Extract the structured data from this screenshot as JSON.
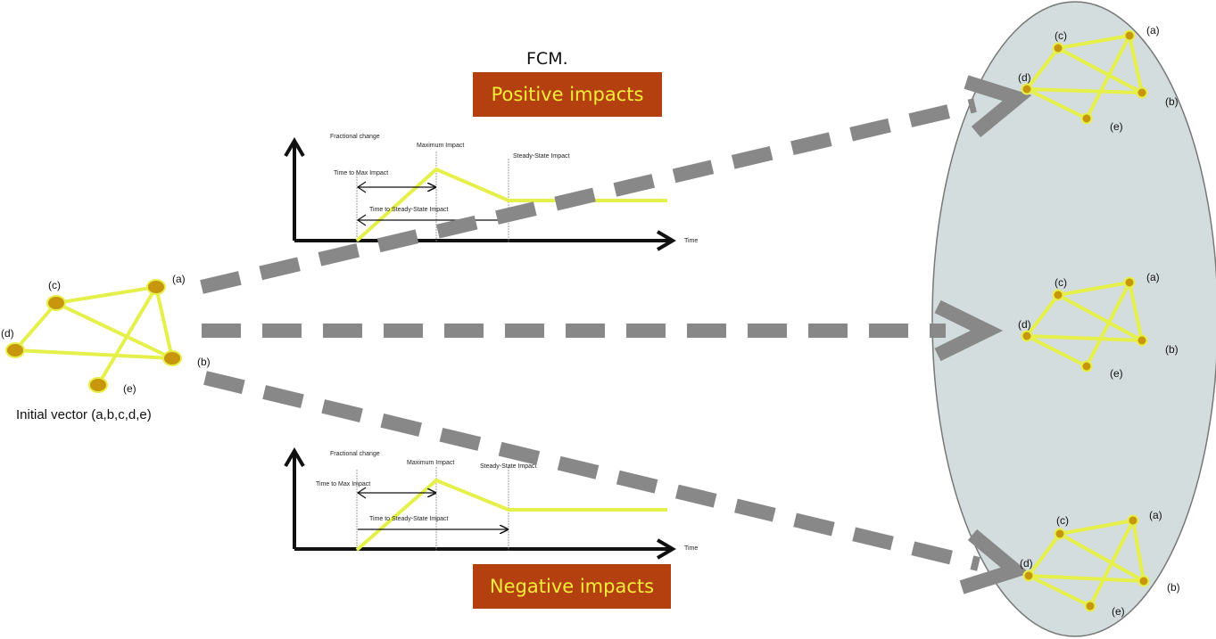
{
  "title": "FCM.",
  "positive_banner": "Positive impacts",
  "negative_banner": "Negative impacts",
  "initial_caption": "Initial vector (a,b,c,d,e)",
  "node_labels": {
    "a": "(a)",
    "b": "(b)",
    "c": "(c)",
    "d": "(d)",
    "e": "(e)"
  },
  "impact_chart": {
    "fractional_change": "Fractional change",
    "maximum_impact": "Maximum Impact",
    "steady_state_impact": "Steady-State Impact",
    "time_to_max": "Time to Max Impact",
    "time_to_steady": "Time to Steady-State Impact",
    "time": "Time"
  },
  "colors": {
    "edge": "#e6f04a",
    "node": "#c8960c",
    "arrow": "#888888",
    "banner": "#b5400f",
    "ellipse": "#d3dddd"
  }
}
